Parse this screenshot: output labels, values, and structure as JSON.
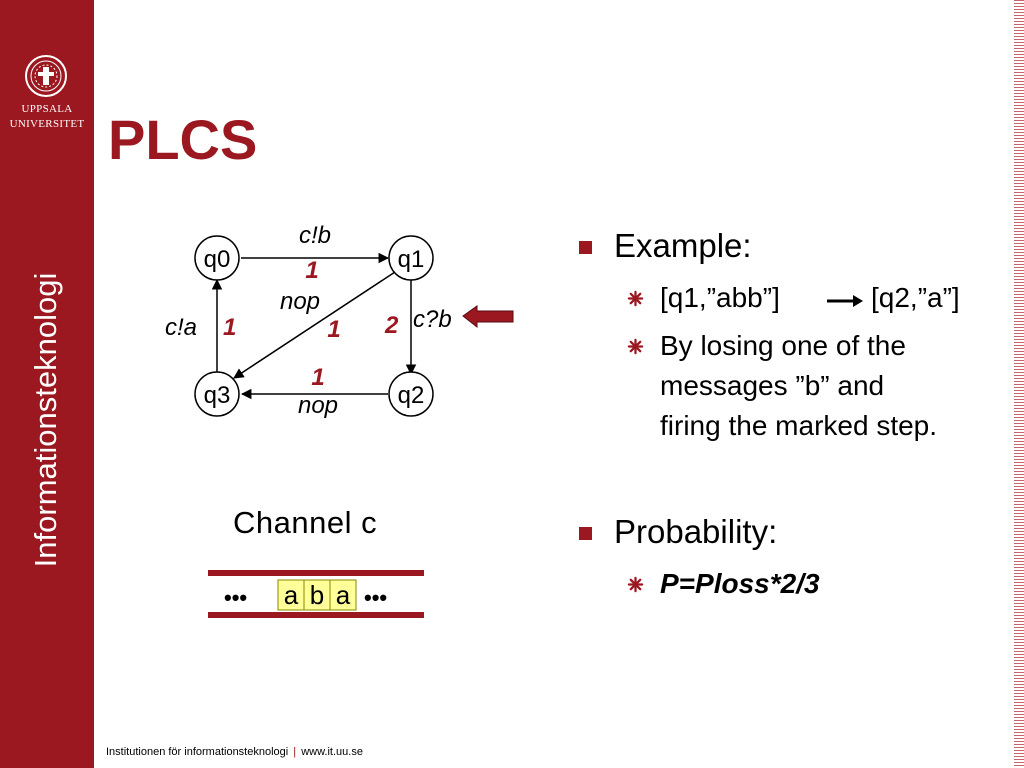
{
  "branding": {
    "logo_line1": "UPPSALA",
    "logo_line2": "UNIVERSITET",
    "vertical_label": "Informationsteknologi"
  },
  "slide": {
    "title": "PLCS"
  },
  "diagram": {
    "states": [
      "q0",
      "q1",
      "q2",
      "q3"
    ],
    "edges": {
      "q0_q1_label": "c!b",
      "q0_q1_weight": "1",
      "q1_q1_label": "nop",
      "q1_q3_weight": "1",
      "q3_q0_label": "c!a",
      "q3_q0_weight": "1",
      "q1_q2_label": "c?b",
      "q1_q2_weight": "2",
      "q2_q3_label": "nop",
      "q2_q3_weight": "1"
    },
    "marker_icon": "left-arrow-icon",
    "accent_color": "#9c1820"
  },
  "channel": {
    "title": "Channel c",
    "left_dots": "•••",
    "right_dots": "•••",
    "cells": [
      "a",
      "b",
      "a"
    ],
    "cell_color": "#ffff99"
  },
  "bullets": {
    "example": {
      "label": "Example:",
      "transition_from": "[q1,”abb”]",
      "transition_to": "[q2,”a”]",
      "explanation": [
        "By losing one of the",
        "messages ”b” and",
        "firing the marked step."
      ]
    },
    "probability": {
      "label": "Probability:",
      "formula": "P=Ploss*2/3"
    }
  },
  "footer": {
    "institution": "Institutionen för informationsteknologi",
    "separator": "|",
    "url": "www.it.uu.se"
  }
}
